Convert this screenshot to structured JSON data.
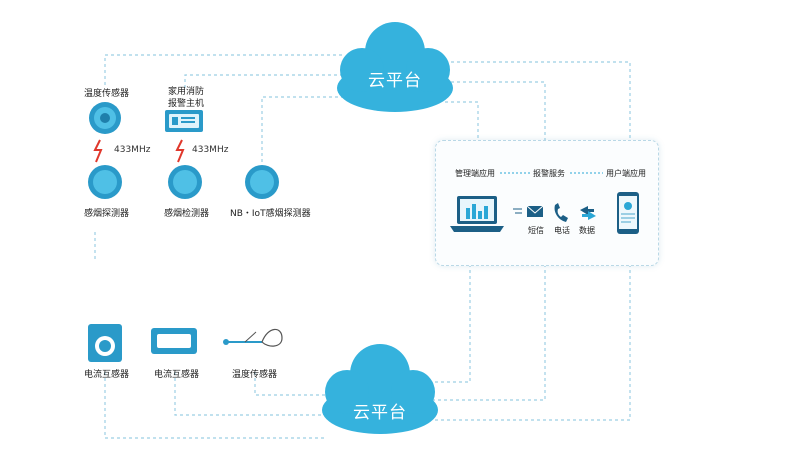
{
  "clouds": {
    "top": "云平台",
    "bottom": "云平台"
  },
  "devices": {
    "temp_sensor_top": "温度传感器",
    "fire_host": "家用消防\n报警主机",
    "smoke_probe": "感烟探测器",
    "smoke_detector": "感烟检测器",
    "nb_iot": "NB・IoT感烟探测器",
    "freq_1": "433MHz",
    "freq_2": "433MHz",
    "current_1": "电流互感器",
    "current_2": "电流互感器",
    "temp_sensor_bottom": "温度传感器"
  },
  "panel": {
    "mgmt": "管理端应用",
    "alarm": "报警服务",
    "user": "用户端应用",
    "sms": "短信",
    "phone": "电话",
    "data": "数据"
  },
  "colors": {
    "accent": "#2aa7d6",
    "cloud": "#35b2dd",
    "line": "#9ccfe4"
  }
}
